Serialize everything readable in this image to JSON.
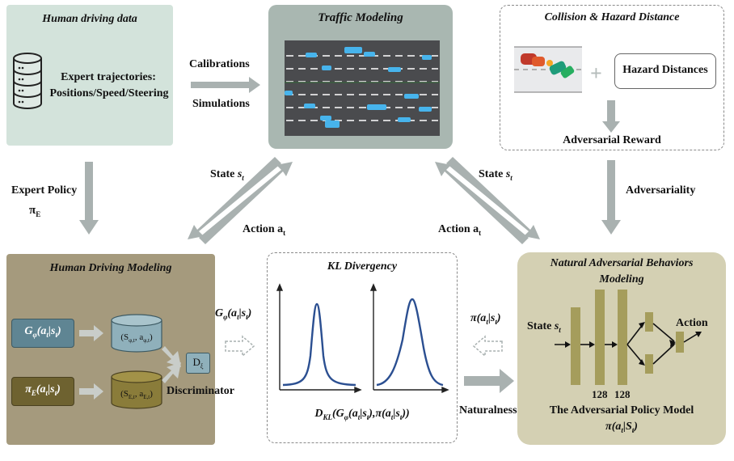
{
  "panels": {
    "human_data": {
      "title": "Human driving data",
      "line1": "Expert trajectories:",
      "line2": "Positions/Speed/Steering"
    },
    "traffic": {
      "title": "Traffic Modeling"
    },
    "collision": {
      "title": "Collision & Hazard Distance",
      "plus": "+",
      "hazard_box": "Hazard Distances",
      "reward": "Adversarial Reward"
    },
    "human_model": {
      "title": "Human Driving Modeling",
      "discriminator": "Discriminator"
    },
    "kl": {
      "title": "KL Divergency"
    },
    "nab": {
      "title_line1": "Natural Adversarial Behaviors",
      "title_line2": "Modeling",
      "state": "State",
      "action": "Action",
      "n1": "128",
      "n2": "128",
      "model_name": "The Adversarial Policy Model"
    }
  },
  "arrows": {
    "calibrations": "Calibrations",
    "simulations": "Simulations",
    "expert_policy": "Expert Policy",
    "state_left": "State",
    "action_left": "Action a",
    "state_right": "State",
    "action_right": "Action a",
    "adversariality": "Adversariality",
    "naturalness": "Naturalness"
  },
  "colors": {
    "panel_green": "#d3e3db",
    "panel_gray": "#a9b7b1",
    "panel_olive": "#a59a7d",
    "panel_khaki": "#d4d0b3",
    "arrow_gray": "#a9b1b0",
    "curve_blue": "#2b4f91",
    "car_blue": "#47b4ec",
    "road_dark": "#4a4b4e"
  }
}
